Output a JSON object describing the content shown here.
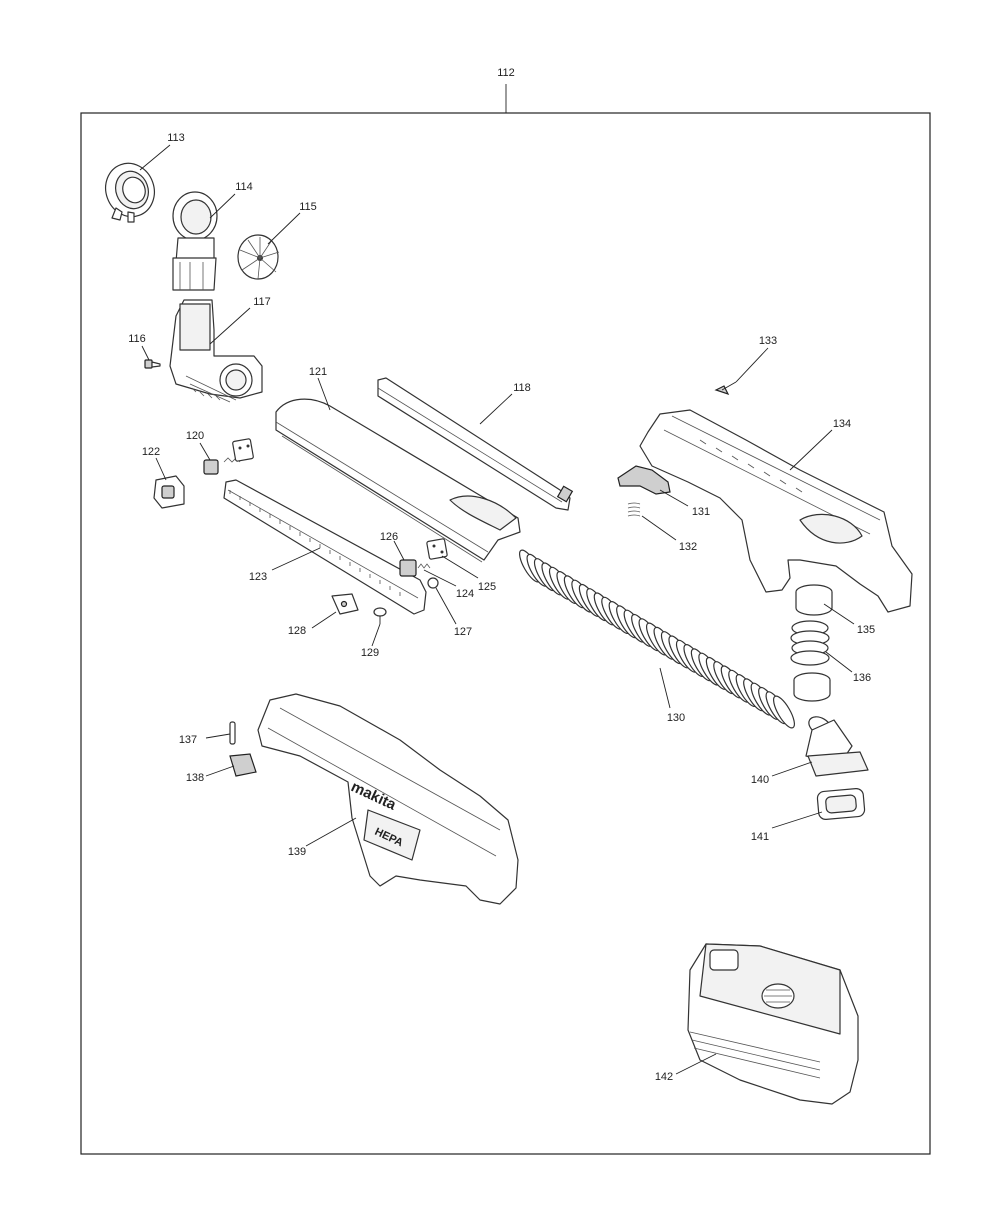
{
  "assembly": {
    "label": "112"
  },
  "parts": [
    {
      "id": "p113",
      "label": "113"
    },
    {
      "id": "p114",
      "label": "114"
    },
    {
      "id": "p115",
      "label": "115"
    },
    {
      "id": "p116",
      "label": "116"
    },
    {
      "id": "p117",
      "label": "117"
    },
    {
      "id": "p118",
      "label": "118"
    },
    {
      "id": "p120",
      "label": "120"
    },
    {
      "id": "p121",
      "label": "121"
    },
    {
      "id": "p122",
      "label": "122"
    },
    {
      "id": "p123",
      "label": "123"
    },
    {
      "id": "p124",
      "label": "124"
    },
    {
      "id": "p125",
      "label": "125"
    },
    {
      "id": "p126",
      "label": "126"
    },
    {
      "id": "p127",
      "label": "127"
    },
    {
      "id": "p128",
      "label": "128"
    },
    {
      "id": "p129",
      "label": "129"
    },
    {
      "id": "p130",
      "label": "130"
    },
    {
      "id": "p131",
      "label": "131"
    },
    {
      "id": "p132",
      "label": "132"
    },
    {
      "id": "p133",
      "label": "133"
    },
    {
      "id": "p134",
      "label": "134"
    },
    {
      "id": "p135",
      "label": "135"
    },
    {
      "id": "p136",
      "label": "136"
    },
    {
      "id": "p137",
      "label": "137"
    },
    {
      "id": "p138",
      "label": "138"
    },
    {
      "id": "p139",
      "label": "139"
    },
    {
      "id": "p140",
      "label": "140"
    },
    {
      "id": "p141",
      "label": "141"
    },
    {
      "id": "p142",
      "label": "142"
    }
  ],
  "housing_text": {
    "brand": "makita",
    "badge": "HEPA"
  }
}
